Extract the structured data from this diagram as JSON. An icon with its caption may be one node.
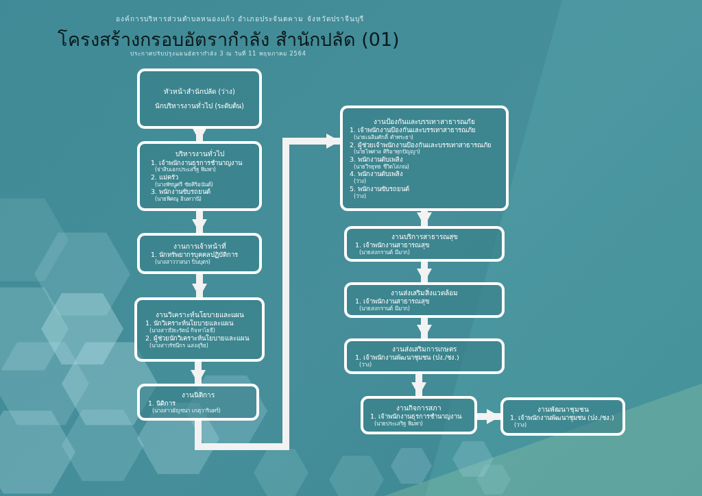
{
  "diagram": {
    "title": "โครงสร้างกรอบอัตรากำลัง สำนักปลัด (01)",
    "nodes": [
      {
        "text": [
          "หัวหน้าสำนักปลัด (ว่าง)",
          "นักบริหารงานทั่วไป (ระดับต้น)"
        ]
      },
      {
        "text": [
          "บริหารงานทั่วไป",
          "1. เจ้าพนักงานธุรการชำนาญงาน",
          "(จ่าสิบเอกประเสริฐ พิมพา)",
          "2. แม่ครัว",
          "(นางพัชนูศรี ชัยศิริอนันต์)",
          "3. พนักงานขับรถยนต์",
          "(นายพิศณุ อินทวานิ)"
        ]
      },
      {
        "text": [
          "งานการเจ้าหน้าที่",
          "1. นักทรัพยากรบุคคลปฏิบัติการ",
          "(นางสาววาสนา ปิ่นบุตร)"
        ]
      },
      {
        "text": [
          "งานวิเคราะห์นโยบายและแผน",
          "1. นักวิเคราะห์นโยบายและแผน",
          "(นางสาวปิยะรัตน์ กิจหาโยธี)",
          "2. ผู้ช่วยนักวิเคราะห์นโยบายและแผน",
          "(นางสาวรัชนีกร แสงสุริย)"
        ]
      },
      {
        "text": [
          "งานนิติการ",
          "1. นิติการ",
          "(นางสาวอัญชนา เกตุวารินทร์)"
        ]
      },
      {
        "text": [
          "งานป้องกันและบรรเทาสาธารณภัย",
          "1. เจ้าพนักงานป้องกันและบรรเทาสาธารณภัย",
          "(นายเฉลิมศักดิ์ ตำพระยา)",
          "2. ผู้ช่วยเจ้าพนักงานป้องกันและบรรเทาสาธารณภัย",
          "(นายไพศาล ศิริอาทุกปัญญา)",
          "3. พนักงานดับเพลิง",
          "(นายวีรยุทธ ชีวิตโสภณ)",
          "4. พนักงานดับเพลิง",
          "(ว่าง)",
          "5. พนักงานขับรถยนต์",
          "(ว่าง)"
        ]
      },
      {
        "text": [
          "งานบริการสาธารณสุข",
          "1. เจ้าพนักงานสาธารณสุข",
          "(นายสงกรานต์ มีมาก)"
        ]
      },
      {
        "text": [
          "งานส่งเสริมสิ่งแวดล้อม",
          "1. เจ้าพนักงานสาธารณสุข",
          "(นายสงกรานต์ มีมาก)"
        ]
      },
      {
        "text": [
          "งานส่งเสริมการเกษตร",
          "1. เจ้าพนักงานพัฒนาชุมชน (ปง./ชง.)",
          "(ว่าง)"
        ]
      },
      {
        "text": [
          "งานกิจการสภา",
          "1. เจ้าพนักงานธุรการชำนาญงาน",
          "(นายประเสริฐ พิมพา)"
        ]
      },
      {
        "text": [
          "งานพัฒนาชุมชน",
          "1. เจ้าพนักงานพัฒนาชุมชน (ปง./ชง.)",
          "(ว่าง)"
        ]
      }
    ],
    "edges": [
      {
        "from": 0,
        "to": 1,
        "arrow": "to"
      },
      {
        "from": 1,
        "to": 2,
        "arrow": "to"
      },
      {
        "from": 2,
        "to": 3,
        "arrow": "to"
      },
      {
        "from": 3,
        "to": 4,
        "arrow": "to"
      },
      {
        "from": 4,
        "to": 5,
        "arrow": "to"
      },
      {
        "from": 5,
        "to": 6,
        "arrow": "to"
      },
      {
        "from": 6,
        "to": 7,
        "arrow": "to"
      },
      {
        "from": 7,
        "to": 8,
        "arrow": "to"
      },
      {
        "from": 8,
        "to": 9,
        "arrow": "to"
      },
      {
        "from": 9,
        "to": 10,
        "arrow": "to"
      }
    ],
    "labels": [
      "องค์การบริหารส่วนตำบลหนองแก้ว อำเภอประจันตคาม จังหวัดปราจีนบุรี",
      "ประกาศปรับปรุงแผนอัตรากำลัง 3 ณ วันที่ 11 พฤษภาคม 2564"
    ]
  }
}
